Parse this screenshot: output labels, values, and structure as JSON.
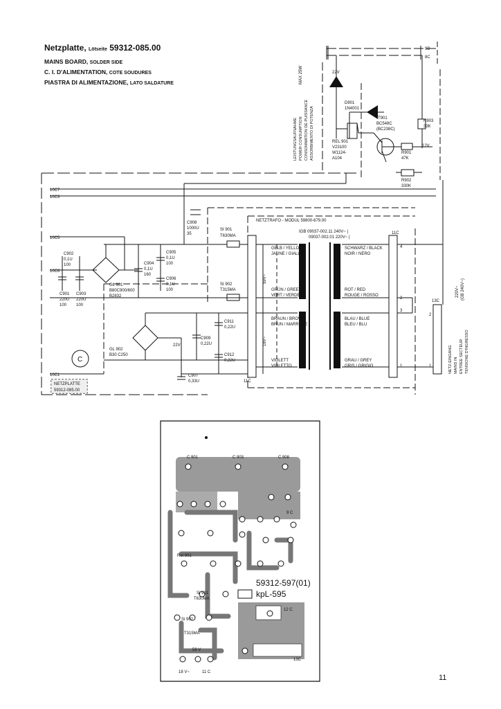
{
  "header": {
    "line1": "Netzplatte,",
    "line1_sub": "Lötseite",
    "line1_num": "59312-085.00",
    "line2": "MAINS BOARD,",
    "line2_sub": "SOLDER SIDE",
    "line3": "C. I. D'ALIMENTATION,",
    "line3_sub": "COTE SOUDURES",
    "line4": "PIASTRA DI ALIMENTAZIONE,",
    "line4_sub": "LATO SALDATURE"
  },
  "schematic": {
    "conn_9b": "9B",
    "conn_8c": "8C",
    "v22": "22V",
    "v12": "12V",
    "power_note": [
      "LEISTUNGSAUFNAHME",
      "POWER CONSUMPTION",
      "CONSOMMATION DE PUISSANCE",
      "ASSORBIMENTO DI POTENZA"
    ],
    "power_max": "MAX 25W",
    "d901": "D901",
    "d901_val": "1N4001",
    "t901": "T901",
    "t901_val1": "BC548C",
    "t901_val2": "(BC238C)",
    "rel901": "REL 901",
    "rel901_v1": "V23100",
    "rel901_v2": "W1124-",
    "rel901_v3": "A104",
    "r903": "R903",
    "r903_val": "33K",
    "r901": "R901",
    "r901_val": "47K",
    "r902": "R902",
    "r902_val": "330K",
    "n10c7": "10C7",
    "n10c3": "10C3",
    "n10c5": "10C5",
    "n10c6": "10C6",
    "n10c1": "10C1",
    "c908": "C908",
    "c908_val1": "1000U",
    "c908_val2": "35",
    "module": "NETZTRAFO - MODUL 59800-679.00",
    "igb1": "IGB 09037-002.11  240V~ |",
    "igb2": "09037-002.01  220V~ |",
    "si901": "SI 901",
    "si901_val": "T630MA",
    "si902": "SI 902",
    "si902_val": "T315MA",
    "c902": "C902",
    "c902_val1": "0,1U",
    "c902_val2": "100",
    "c901": "C901",
    "c901_val1": "220U",
    "c901_val2": "100",
    "c903": "C903",
    "c903_val1": "220U",
    "c903_val2": "100",
    "c904": "C904",
    "c904_val1": "0,1U",
    "c904_val2": "160",
    "c905": "C905",
    "c905_val1": "0,1U",
    "c905_val2": "100",
    "c906": "C906",
    "c906_val1": "0,1U",
    "c906_val2": "100",
    "gl901": "GL 901",
    "gl901_val1": "B80C900/600",
    "gl901_val2": "B2832",
    "gl902": "GL 902",
    "gl902_val": "B30 C250",
    "c909": "C909",
    "c909_val": "0,22U",
    "c911": "C911",
    "c911_val": "0,22U",
    "c912": "C912",
    "c912_val": "0,22U",
    "c907": "C907",
    "c907_val": "0,33U",
    "v59": "59V~",
    "v18": "18V~",
    "w_yellow1": "GELB / YELLOW",
    "w_yellow2": "JAUNE / GIALLO",
    "w_green1": "GRÜN / GREEN",
    "w_green2": "VERT / VERDE",
    "w_brown1": "BRAUN / BROWN",
    "w_brown2": "BRUN / MARRONE",
    "w_violet1": "VIOLETT",
    "w_violet2": "VIOLETTO",
    "w_black1": "SCHWARZ / BLACK",
    "w_black2": "NOIR / NERO",
    "w_red1": "ROT / RED",
    "w_red2": "ROUGE / ROSSO",
    "w_blue1": "BLAU / BLUE",
    "w_blue2": "BLEU / BLU",
    "w_grey1": "GRAU / GREY",
    "w_grey2": "GRIS / GRIGIO",
    "n11c_top": "11C",
    "n11c_bot": "11C",
    "n13c": "13C",
    "mains_in": [
      "NETZ-EINGANG",
      "MAINS IN",
      "ENTREE SECTEUR",
      "TENSIONE D'INGRESSO"
    ],
    "mains_v": [
      "220V~",
      "(GB 240V~)"
    ],
    "board_tag1": "NETZPLATTE",
    "board_tag2": "59312-085.00",
    "pin1": "1",
    "pin2": "2",
    "pin3": "3",
    "pin4": "4"
  },
  "pcb": {
    "c901": "C 901",
    "c903": "C 903",
    "c908": "C 908",
    "rel": "Rel 901",
    "si901": "Si 901",
    "si901_v": "T630MA",
    "si902": "Si 902",
    "si902_v": "T315MA",
    "part_no": "59312-597(01)",
    "code": "kpL-595",
    "v18": "18 V~",
    "v59": "59 V",
    "n11c": "11 C",
    "n12c": "12 C",
    "n13c": "13C",
    "n9c": "9 C"
  },
  "page_number": "11"
}
